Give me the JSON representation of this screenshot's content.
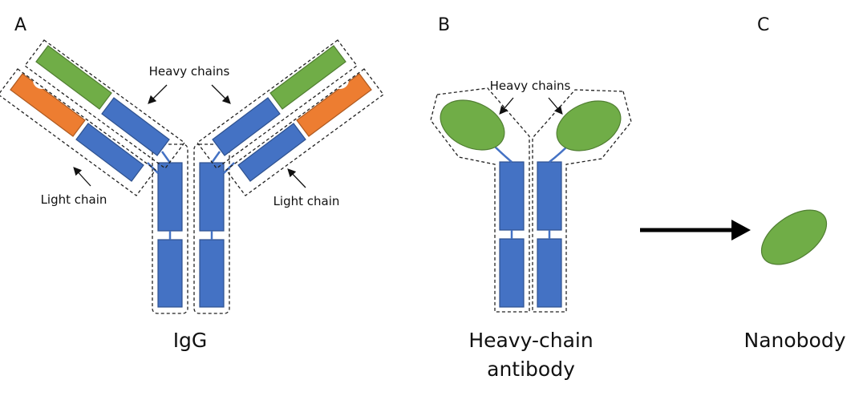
{
  "panels": {
    "a": {
      "letter": "A",
      "caption": "IgG",
      "heavy_label": "Heavy chains",
      "light_label_left": "Light chain",
      "light_label_right": "Light chain"
    },
    "b": {
      "letter": "B",
      "caption_line1": "Heavy-chain",
      "caption_line2": "antibody",
      "heavy_label": "Heavy chains"
    },
    "c": {
      "letter": "C",
      "caption": "Nanobody"
    }
  },
  "colors": {
    "constant_domain": "#4472c4",
    "heavy_variable": "#70ad47",
    "light_variable": "#ed7d31",
    "arrow": "#000000"
  }
}
